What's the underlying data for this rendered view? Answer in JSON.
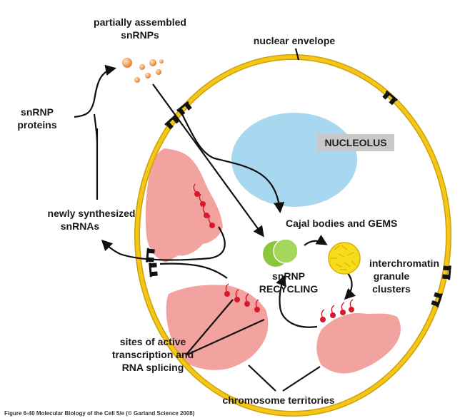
{
  "labels": {
    "partially_assembled_line1": "partially assembled",
    "partially_assembled_line2": "snRNPs",
    "nuclear_envelope": "nuclear envelope",
    "snrnp_proteins_line1": "snRNP",
    "snrnp_proteins_line2": "proteins",
    "nucleolus": "NUCLEOLUS",
    "newly_synthesized_line1": "newly synthesized",
    "newly_synthesized_line2": "snRNAs",
    "cajal_bodies": "Cajal bodies and GEMS",
    "interchromatin_line1": "interchromatin",
    "interchromatin_line2": "granule",
    "interchromatin_line3": "clusters",
    "recycling_line1": "snRNP",
    "recycling_line2": "RECYCLING",
    "sites_line1": "sites of active",
    "sites_line2": "transcription and",
    "sites_line3": "RNA splicing",
    "chromosome_territories": "chromosome territories",
    "caption": "Figure 6-40  Molecular Biology of the Cell 5/e (© Garland Science 2008)"
  },
  "colors": {
    "envelope": "#f5c518",
    "envelope_edge": "#caa20c",
    "nucleolus": "#a8d8f0",
    "nucleolus_label_bg": "#c8c8c8",
    "chromosome": "#f2a3a0",
    "cajal": "#8cc63f",
    "granule": "#f7dc1c",
    "rna_dot": "#d7192c",
    "snrnp_particle": "#f2a35e",
    "pore": "#111111"
  }
}
